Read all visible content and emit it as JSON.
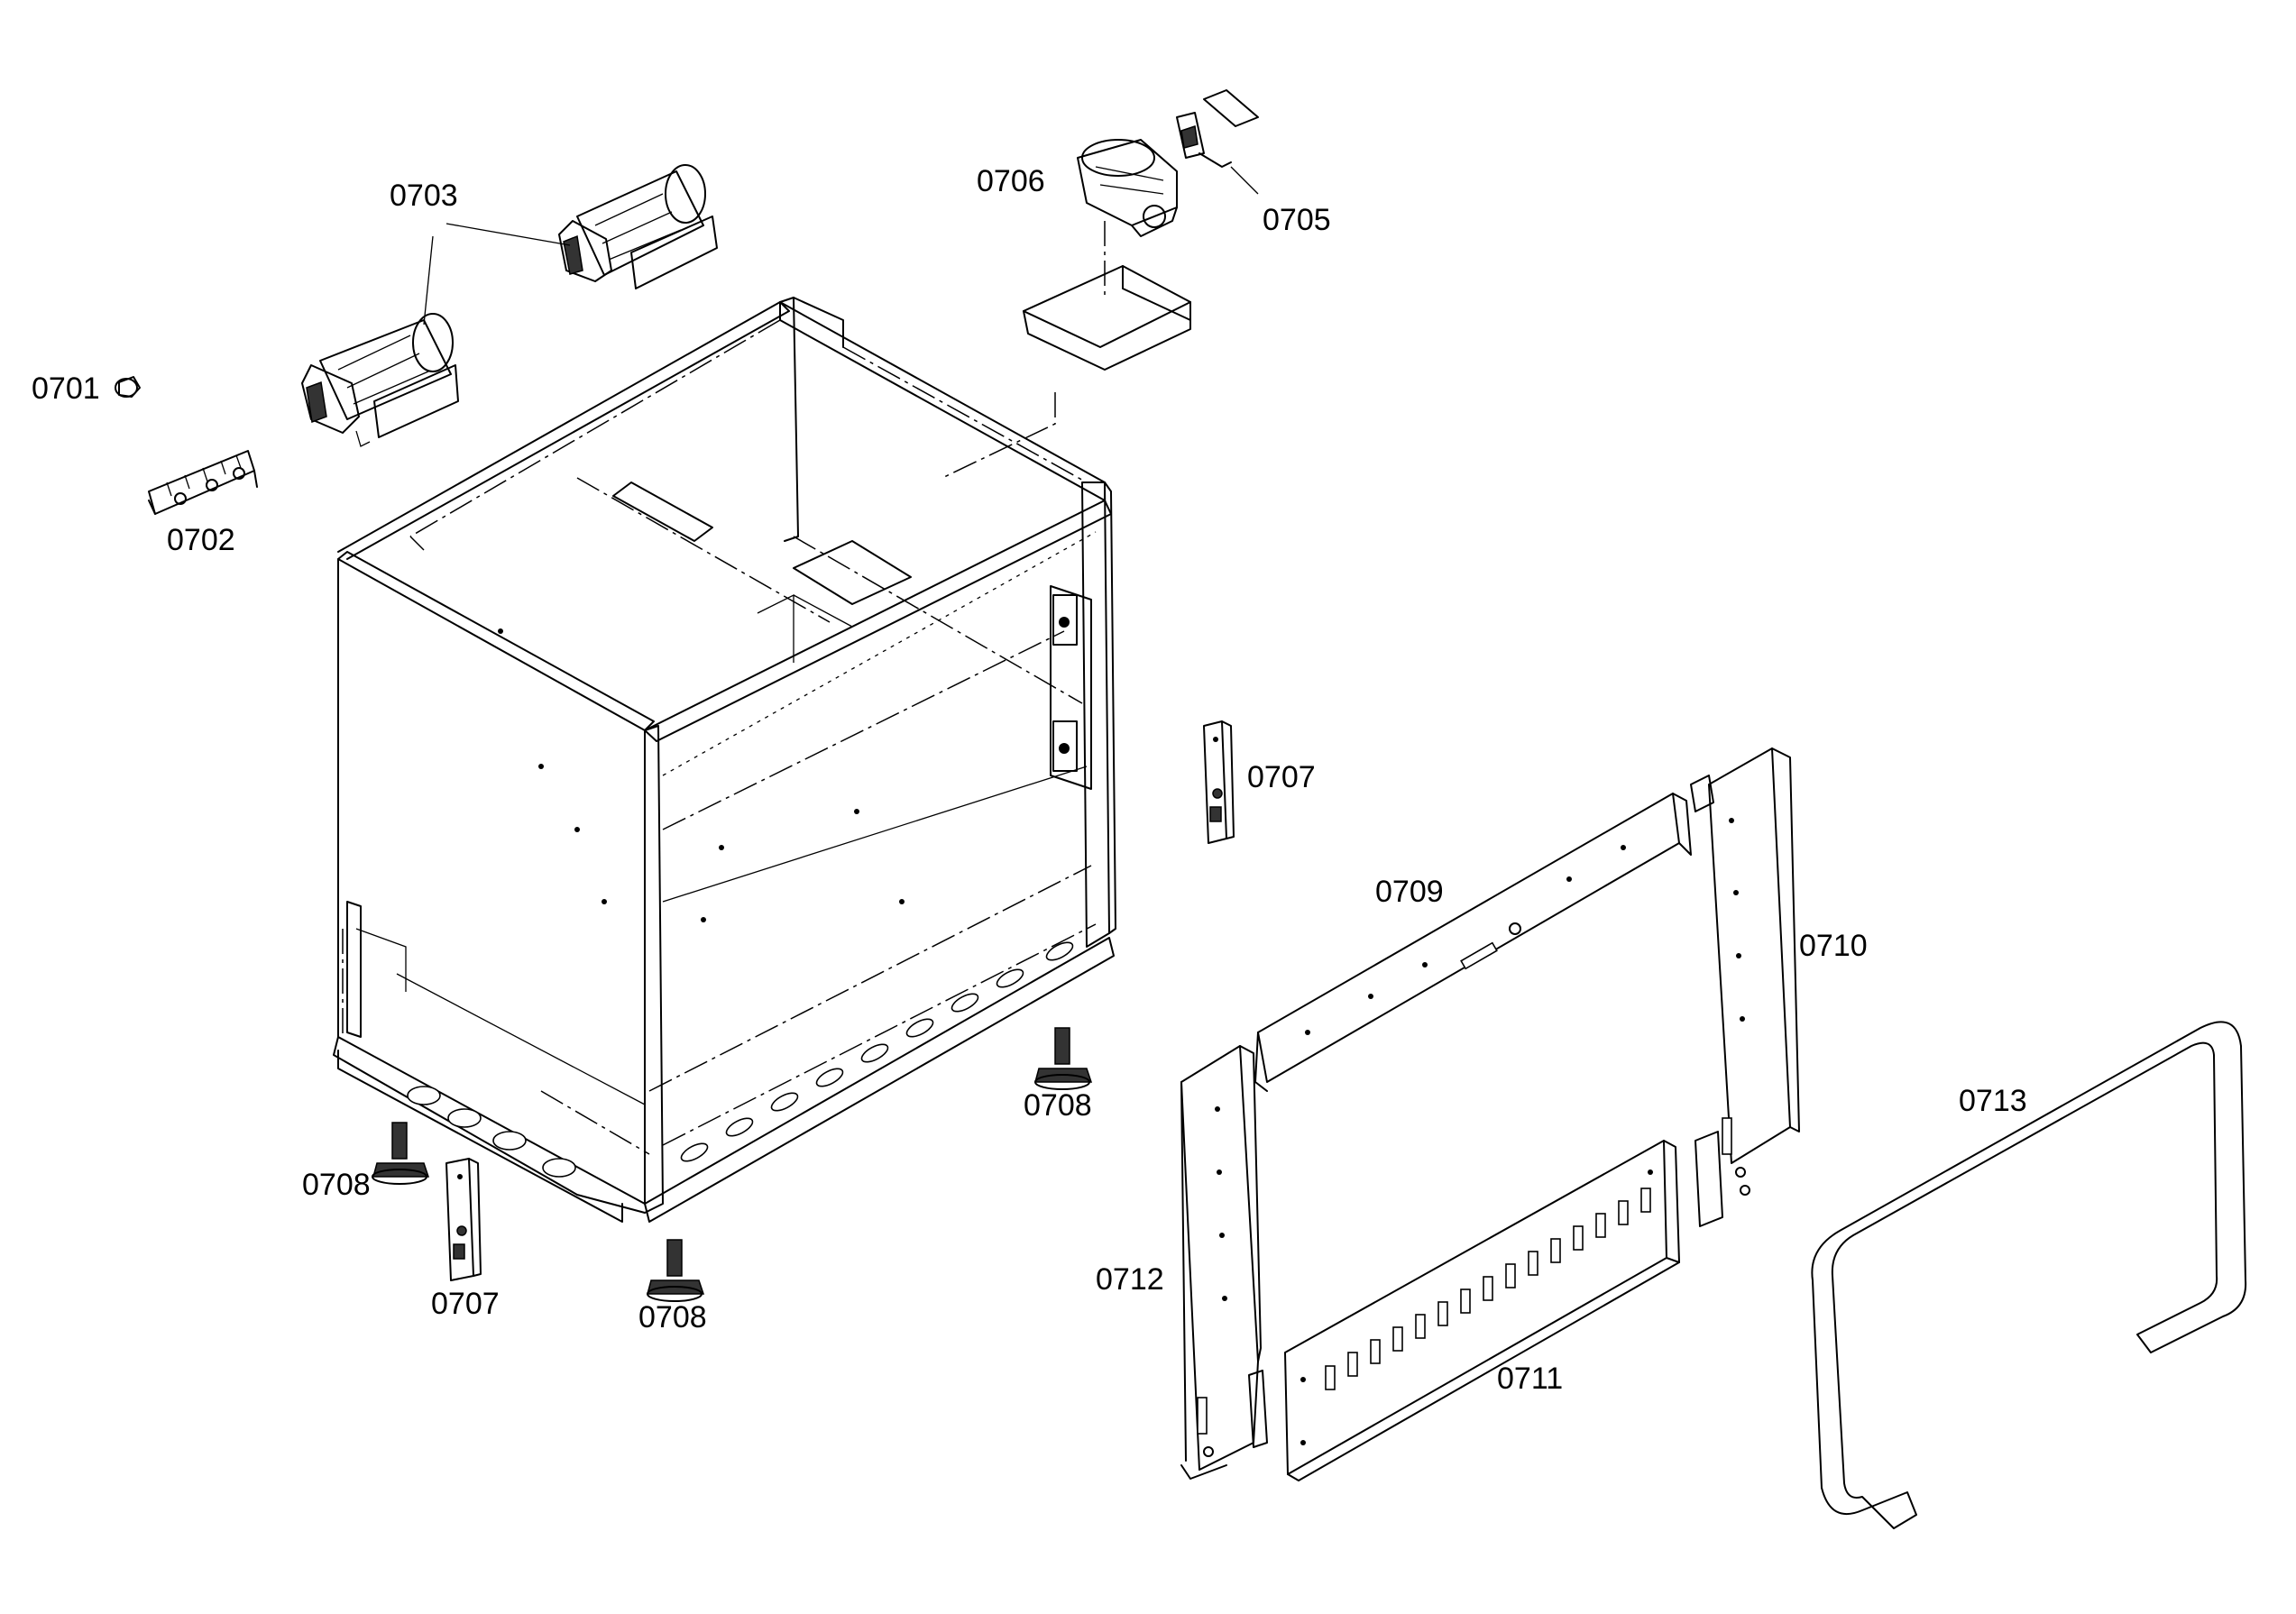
{
  "labels": {
    "p0701": "0701",
    "p0702": "0702",
    "p0703": "0703",
    "p0705": "0705",
    "p0706": "0706",
    "p0707_right": "0707",
    "p0707_left": "0707",
    "p0708_right": "0708",
    "p0708_left": "0708",
    "p0708_bottom": "0708",
    "p0709": "0709",
    "p0710": "0710",
    "p0711": "0711",
    "p0712": "0712",
    "p0713": "0713"
  }
}
